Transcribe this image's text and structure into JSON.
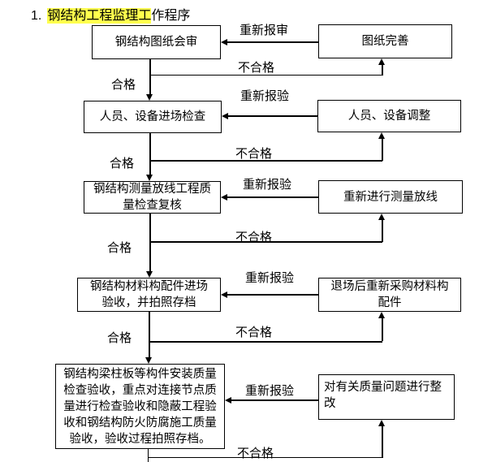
{
  "colors": {
    "background": "#ffffff",
    "text": "#000000",
    "line": "#000000",
    "highlight": "#ffff4d"
  },
  "title": {
    "number": "1.",
    "highlighted_text": "钢结构工程监理工",
    "plain_text": "作程序"
  },
  "flow": {
    "rows": [
      {
        "step": "钢结构图纸会审",
        "remedy": "图纸完善",
        "redo_label": "重新报审",
        "fail_label": "不合格",
        "pass_label": "合格"
      },
      {
        "step": "人员、设备进场检查",
        "remedy": "人员、设备调整",
        "redo_label": "重新报验",
        "fail_label": "不合格",
        "pass_label": "合格"
      },
      {
        "step": "钢结构测量放线工程质\n量检查复核",
        "remedy": "重新进行测量放线",
        "redo_label": "重新报验",
        "fail_label": "不合格",
        "pass_label": "合格"
      },
      {
        "step": "钢结构材料构配件进场\n验收，并拍照存档",
        "remedy": "退场后重新采购材料构\n配件",
        "redo_label": "重新报验",
        "fail_label": "不合格",
        "pass_label": "合格"
      },
      {
        "step": "钢结构梁柱板等构件安装质量\n检查验收，重点对连接节点质\n量进行检查验收和隐蔽工程验\n收和钢结构防火防腐施工质量\n验收，验收过程拍照存档。",
        "remedy": "对有关质量问题进行整\n改",
        "redo_label": "重新报验",
        "fail_label": "不合格"
      }
    ]
  }
}
